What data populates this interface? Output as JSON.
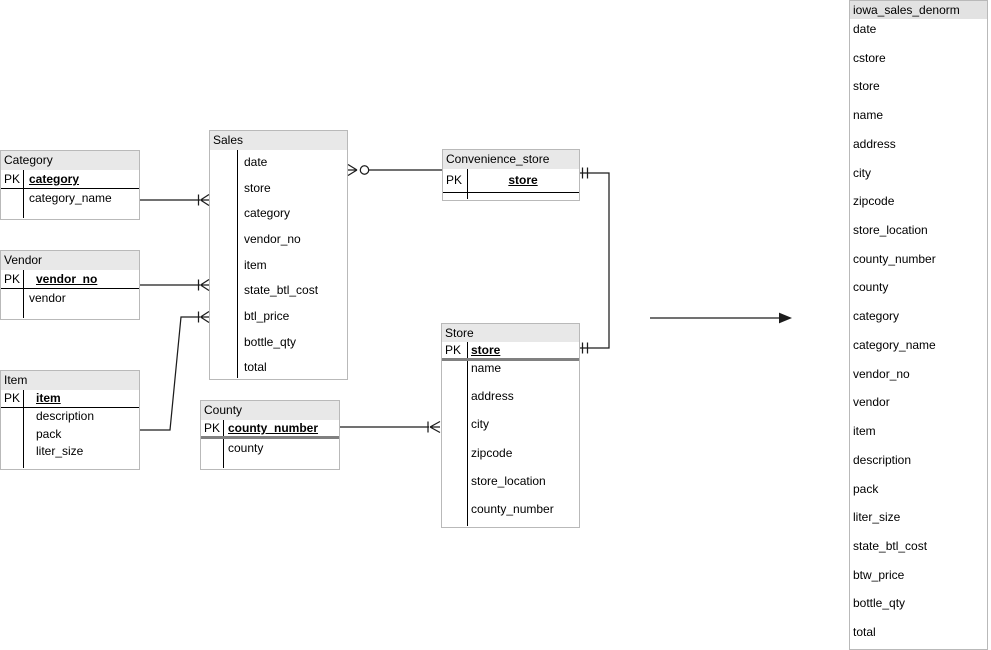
{
  "tables": {
    "category": {
      "title": "Category",
      "pk_label": "PK",
      "pk": "category",
      "fields": [
        "category_name"
      ]
    },
    "vendor": {
      "title": "Vendor",
      "pk_label": "PK",
      "pk": "vendor_no",
      "fields": [
        "vendor"
      ]
    },
    "item": {
      "title": "Item",
      "pk_label": "PK",
      "pk": "item",
      "fields": [
        "description",
        "pack",
        "liter_size"
      ]
    },
    "sales": {
      "title": "Sales",
      "fields": [
        "date",
        "store",
        "category",
        "vendor_no",
        "item",
        "state_btl_cost",
        "btl_price",
        "bottle_qty",
        "total"
      ]
    },
    "county": {
      "title": "County",
      "pk_label": "PK",
      "pk": "county_number",
      "fields": [
        "county"
      ]
    },
    "convenience_store": {
      "title": "Convenience_store",
      "pk_label": "PK",
      "pk": "store",
      "fields": []
    },
    "store": {
      "title": "Store",
      "pk_label": "PK",
      "pk": "store",
      "fields": [
        "name",
        "address",
        "city",
        "zipcode",
        "store_location",
        "county_number"
      ]
    },
    "iowa_sales_denorm": {
      "title": "iowa_sales_denorm",
      "fields": [
        "date",
        "cstore",
        "store",
        "name",
        "address",
        "city",
        "zipcode",
        "store_location",
        "county_number",
        "county",
        "category",
        "category_name",
        "vendor_no",
        "vendor",
        "item",
        "description",
        "pack",
        "liter_size",
        "state_btl_cost",
        "btw_price",
        "bottle_qty",
        "total"
      ]
    }
  },
  "relationships": [
    {
      "from": "Category",
      "to": "Sales",
      "from_end": "none",
      "to_end": "one-or-many"
    },
    {
      "from": "Vendor",
      "to": "Sales",
      "from_end": "none",
      "to_end": "one-or-many"
    },
    {
      "from": "Item",
      "to": "Sales",
      "from_end": "none",
      "to_end": "one-or-many"
    },
    {
      "from": "Sales",
      "to": "Convenience_store",
      "from_end": "zero-or-many",
      "to_end": "none"
    },
    {
      "from": "Convenience_store",
      "to": "Store",
      "from_end": "one-and-only-one",
      "to_end": "one-and-only-one"
    },
    {
      "from": "County",
      "to": "Store",
      "from_end": "none",
      "to_end": "one-or-many"
    },
    {
      "type": "flow-arrow",
      "from": "diagram",
      "to": "iowa_sales_denorm"
    }
  ],
  "colors": {
    "header_bg": "#e8e8e8",
    "box_border": "#b9b9b9",
    "connector": "#1c1c1c",
    "pk_separator_thick": "#808080",
    "text": "#000000"
  }
}
